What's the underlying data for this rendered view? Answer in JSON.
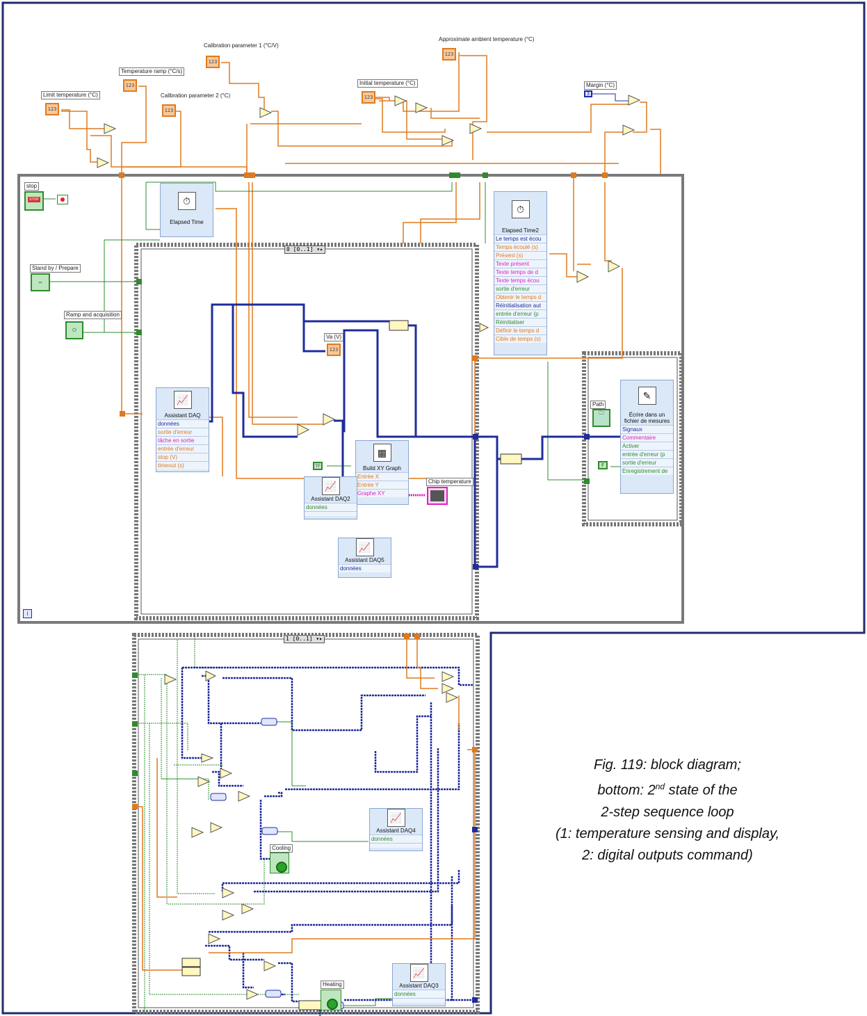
{
  "controls": {
    "limit_temperature": "Limit temperature (°C)",
    "temperature_ramp": "Temperature ramp (°C/s)",
    "calibration_param_1": "Calibration parameter 1 (°C/V)",
    "calibration_param_2": "Calibration parameter 2 (°C)",
    "initial_temperature": "Initial temperature (°C)",
    "approx_ambient": "Approximate ambient temperature (°C)",
    "margin": "Margin (°C)",
    "margin_value": "3",
    "numeric_glyph": "123",
    "stop": "stop",
    "stop_button": "STOP",
    "standby": "Stand by / Prepare",
    "ramp_acquisition": "Ramp and acquisition",
    "va": "Va (V)",
    "chip_temperature": "Chip temperature",
    "path": "Path",
    "iteration_terminal": "i",
    "cooling": "Cooling",
    "heating": "Heating",
    "bool_true": "TF",
    "bool_false": "F"
  },
  "sequence": {
    "frame0_selector": "0 [0..1]",
    "frame1_selector": "1 [0..1]"
  },
  "express_vis": {
    "elapsed_time": {
      "title": "Elapsed Time"
    },
    "elapsed_time2": {
      "title": "Elapsed Time2",
      "rows": [
        "Le temps est écou",
        "Temps écoulé (s)",
        "Présent (s)",
        "Texte présent",
        "Texte temps de d",
        "Texte temps écou",
        "sortie d'erreur",
        "Obtenir le temps d",
        "Réinitialisation aut",
        "entrée d'erreur (p",
        "Réinitialiser",
        "Définir le temps d",
        "Cible de temps (s)"
      ]
    },
    "assistant_daq": {
      "title": "Assistant DAQ",
      "rows": [
        "données",
        "sortie d'erreur",
        "tâche en sortie",
        "entrée d'erreur",
        "stop (V)",
        "timeout (s)"
      ]
    },
    "build_xy_graph": {
      "title": "Build XY Graph",
      "rows": [
        "Entrée X",
        "Entrée Y",
        "Graphe XY"
      ]
    },
    "write_file": {
      "title": "Écrire dans un fichier de mesures",
      "rows": [
        "Signaux",
        "Commentaire",
        "Activer",
        "entrée d'erreur (p",
        "sortie d'erreur",
        "Enregistrement de"
      ]
    },
    "assistant_daq5": {
      "title": "Assistant DAQ5",
      "rows": [
        "données"
      ]
    },
    "assistant_daq2": {
      "title": "Assistant DAQ2",
      "rows": [
        "données"
      ]
    },
    "assistant_daq4": {
      "title": "Assistant DAQ4",
      "rows": [
        "données"
      ]
    },
    "assistant_daq3": {
      "title": "Assistant DAQ3",
      "rows": [
        "données"
      ]
    }
  },
  "caption": {
    "line1": "Fig. 119: block diagram;",
    "line2_pre": "bottom: 2",
    "line2_sup": "nd",
    "line2_post": " state of the",
    "line3": "2-step sequence loop",
    "line4": "(1: temperature sensing and display,",
    "line5": "2: digital outputs command)"
  },
  "colors": {
    "frame_border": "#1f2c6e",
    "loop_border": "#7a7a7a",
    "wire_orange": "#e07a1d",
    "wire_green": "#2e8b2e",
    "wire_blue": "#1f2c9c",
    "wire_pink": "#e020c0"
  }
}
